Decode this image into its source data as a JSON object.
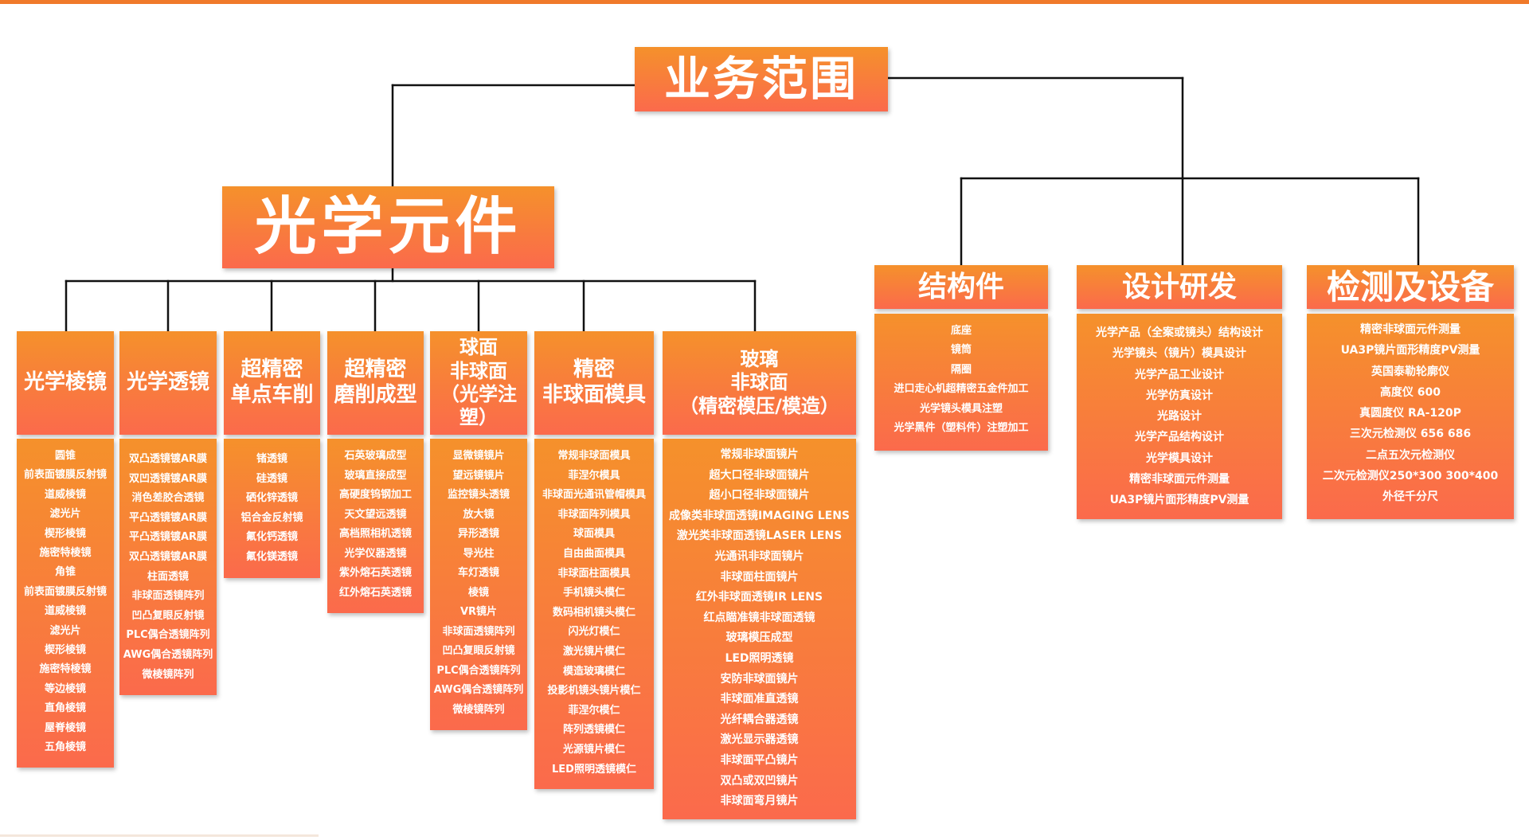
{
  "root": {
    "title": "业务范围"
  },
  "optics": {
    "title": "光学元件",
    "columns": [
      {
        "header": "光学棱镜",
        "items": [
          "圆锥",
          "前表面镀膜反射镜",
          "道威棱镜",
          "滤光片",
          "楔形棱镜",
          "施密特棱镜",
          "角锥",
          "前表面镀膜反射镜",
          "道威棱镜",
          "滤光片",
          "楔形棱镜",
          "施密特棱镜",
          "等边棱镜",
          "直角棱镜",
          "屋脊棱镜",
          "五角棱镜"
        ]
      },
      {
        "header": "光学透镜",
        "items": [
          "双凸透镜镀AR膜",
          "双凹透镜镀AR膜",
          "消色差胶合透镜",
          "平凸透镜镀AR膜",
          "平凸透镜镀AR膜",
          "双凸透镜镀AR膜",
          "柱面透镜",
          "非球面透镜阵列",
          "凹凸复眼反射镜",
          "PLC偶合透镜阵列",
          "AWG偶合透镜阵列",
          "微棱镜阵列"
        ]
      },
      {
        "header": "超精密\n单点车削",
        "items": [
          "锗透镜",
          "硅透镜",
          "硒化锌透镜",
          "铝合金反射镜",
          "氟化钙透镜",
          "氟化镁透镜"
        ]
      },
      {
        "header": "超精密\n磨削成型",
        "items": [
          "石英玻璃成型",
          "玻璃直接成型",
          "高硬度钨钢加工",
          "天文望远透镜",
          "高档照相机透镜",
          "光学仪器透镜",
          "紫外熔石英透镜",
          "红外熔石英透镜"
        ]
      },
      {
        "header": "球面\n非球面\n（光学注塑）",
        "items": [
          "显微镜镜片",
          "望远镜镜片",
          "监控镜头透镜",
          "放大镜",
          "异形透镜",
          "导光柱",
          "车灯透镜",
          "棱镜",
          "VR镜片",
          "非球面透镜阵列",
          "凹凸复眼反射镜",
          "PLC偶合透镜阵列",
          "AWG偶合透镜阵列",
          "微棱镜阵列"
        ]
      },
      {
        "header": "精密\n非球面模具",
        "items": [
          "常规非球面模具",
          "菲涅尔模具",
          "非球面光通讯管帽模具",
          "非球面阵列模具",
          "球面模具",
          "自由曲面模具",
          "非球面柱面模具",
          "手机镜头模仁",
          "数码相机镜头模仁",
          "闪光灯模仁",
          "激光镜片模仁",
          "模造玻璃模仁",
          "投影机镜头镜片模仁",
          "菲涅尔模仁",
          "阵列透镜模仁",
          "光源镜片模仁",
          "LED照明透镜模仁"
        ]
      },
      {
        "header": "玻璃\n非球面\n（精密模压/模造）",
        "items": [
          "常规非球面镜片",
          "超大口径非球面镜片",
          "超小口径非球面镜片",
          "成像类非球面透镜IMAGING LENS",
          "激光类非球面透镜LASER LENS",
          "光通讯非球面镜片",
          "非球面柱面镜片",
          "红外非球面透镜IR LENS",
          "红点瞄准镜非球面透镜",
          "玻璃模压成型",
          "LED照明透镜",
          "安防非球面镜片",
          "非球面准直透镜",
          "光纤耦合器透镜",
          "激光显示器透镜",
          "非球面平凸镜片",
          "双凸或双凹镜片",
          "非球面弯月镜片"
        ]
      }
    ]
  },
  "right": [
    {
      "header": "结构件",
      "items": [
        "底座",
        "镜筒",
        "隔圈",
        "进口走心机超精密五金件加工",
        "光学镜头模具注塑",
        "光学黑件（塑料件）注塑加工"
      ]
    },
    {
      "header": "设计研发",
      "items": [
        "光学产品（全案或镜头）结构设计",
        "光学镜头（镜片）模具设计",
        "光学产品工业设计",
        "光学仿真设计",
        "光路设计",
        "光学产品结构设计",
        "光学模具设计",
        "精密非球面元件测量",
        "UA3P镜片面形精度PV测量"
      ]
    },
    {
      "header": "检测及设备",
      "items": [
        "精密非球面元件测量",
        "UA3P镜片面形精度PV测量",
        "英国泰勒轮廓仪",
        "高度仪 600",
        "真圆度仪 RA-120P",
        "三次元检测仪 656 686",
        "二点五次元检测仪",
        "二次元检测仪250*300 300*400",
        "外径千分尺"
      ]
    }
  ]
}
